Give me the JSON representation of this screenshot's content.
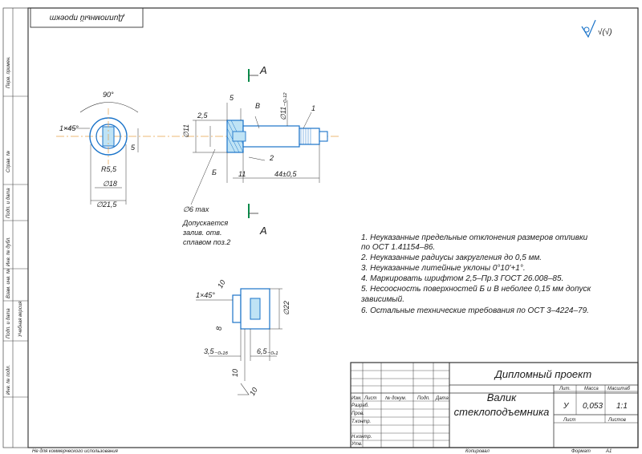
{
  "sheet": {
    "stamp_top": "Дипломный проект",
    "roughness_symbol": "√(√)",
    "format_label": "Формат",
    "format_value": "А1",
    "copied_label": "Копировал",
    "footer_text": "Не для коммерческого использования",
    "side_strip": {
      "perv_primen": "Перв. примен.",
      "sprav_no": "Справ. №",
      "podp_data_1": "Подп. и дата",
      "inv_dubl": "Инв. № дубл.",
      "vzam_inv": "Взам. инв. №",
      "podp_data_2": "Подп. и дата",
      "inv_podl": "Инв. № подл.",
      "edu_notice": "Учебная версия"
    }
  },
  "drawing": {
    "section_label_top": "А",
    "section_label_bottom": "А",
    "angle": "90°",
    "chamfer_top": "1×45°",
    "d_r": "R5,5",
    "d_18": "∅18",
    "d_215": "∅21,5",
    "d_5_left": "5",
    "d_5_top": "5",
    "d_25": "2,5",
    "d_11": "∅11",
    "d_11h": "∅11₋₀,₁₂",
    "lbl_v": "В",
    "lbl_b": "Б",
    "pos_1": "1",
    "pos_2": "2",
    "d_len_11": "11",
    "d_len_44": "44±0,5",
    "d_6": "∅6 max",
    "note_fill_1": "Допускается",
    "note_fill_2": "залив. отв.",
    "note_fill_3": "сплавом поз.2",
    "view_chamfer": "1×45°",
    "view_10": "10",
    "view_22": "∅22",
    "view_8": "8",
    "view_35": "3,5₋₀,₁₆",
    "view_65": "6,5₋₀,₁",
    "view_10b": "10",
    "view_10c": "10"
  },
  "notes": [
    "1. Неуказанные предельные отклонения размеров отливки",
    "по ОСТ 1.41154–86.",
    "2. Неуказанные радиусы закругления до 0,5 мм.",
    "3. Неуказанные литейные уклоны 0°10'+1°.",
    "4. Маркировать шрифтом 2,5–Пр.3 ГОСТ 26.008–85.",
    "5. Несоосность поверхностей Б и В неболее 0,15 мм допуск",
    "зависимый.",
    "6. Остальные технические требования по ОСТ 3–4224–79."
  ],
  "title_block": {
    "title": "Дипломный проект",
    "part_name_1": "Валик",
    "part_name_2": "стеклоподъемника",
    "lit_label": "Лит.",
    "mass_label": "Масса",
    "scale_label": "Масштаб",
    "lit_value": "У",
    "mass_value": "0,053",
    "scale_value": "1:1",
    "sheet_label": "Лист",
    "sheets_label": "Листов",
    "col_izm": "Изм.",
    "col_list": "Лист",
    "col_doc": "№ докум.",
    "col_podp": "Подп.",
    "col_date": "Дата",
    "row_razrab": "Разраб.",
    "row_prov": "Пров.",
    "row_tkontr": "Т.контр.",
    "row_nkontr": "Н.контр.",
    "row_utv": "Утв."
  }
}
